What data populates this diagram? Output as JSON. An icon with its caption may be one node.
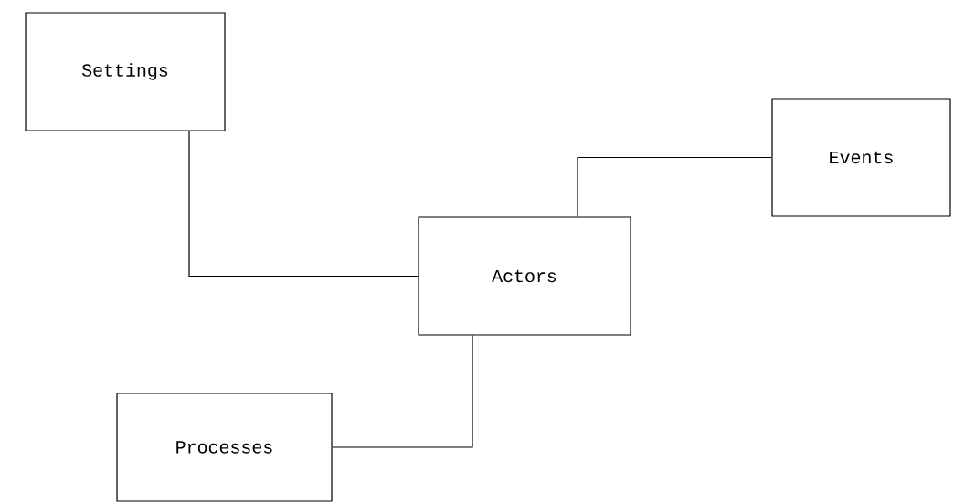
{
  "diagram": {
    "nodes": [
      {
        "text": [
          "Settings"
        ]
      },
      {
        "text": [
          "Actors"
        ]
      },
      {
        "text": [
          "Events"
        ]
      },
      {
        "text": [
          "Processes"
        ]
      }
    ],
    "edges": [
      {
        "from": 0,
        "to": 1,
        "arrow": "none"
      },
      {
        "from": 1,
        "to": 2,
        "arrow": "none"
      },
      {
        "from": 1,
        "to": 3,
        "arrow": "none"
      }
    ]
  }
}
